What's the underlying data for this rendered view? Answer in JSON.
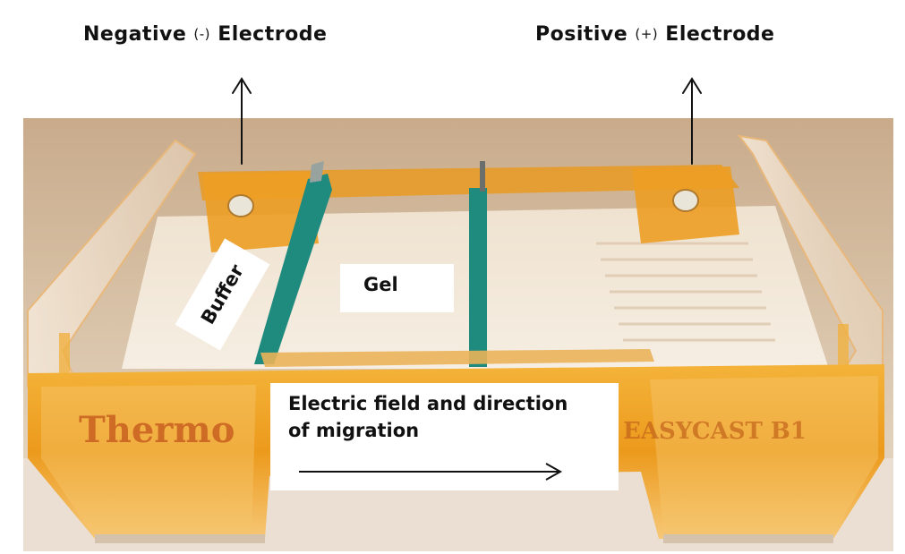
{
  "labels": {
    "negative_prefix": "Negative ",
    "negative_sign": "(-)",
    "negative_suffix": " Electrode",
    "positive_prefix": "Positive ",
    "positive_sign": "(+)",
    "positive_suffix": " Electrode",
    "buffer": "Buffer",
    "gel": "Gel",
    "field_line1": "Electric field and direction",
    "field_line2": "of migration"
  },
  "photo_text": {
    "brand": "Thermo",
    "model": "EASYCAST B1"
  },
  "colors": {
    "amber": "#f0a020",
    "amber_dark": "#c9700e",
    "gel_comb": "#1f8a7e",
    "arrow": "#111111"
  }
}
